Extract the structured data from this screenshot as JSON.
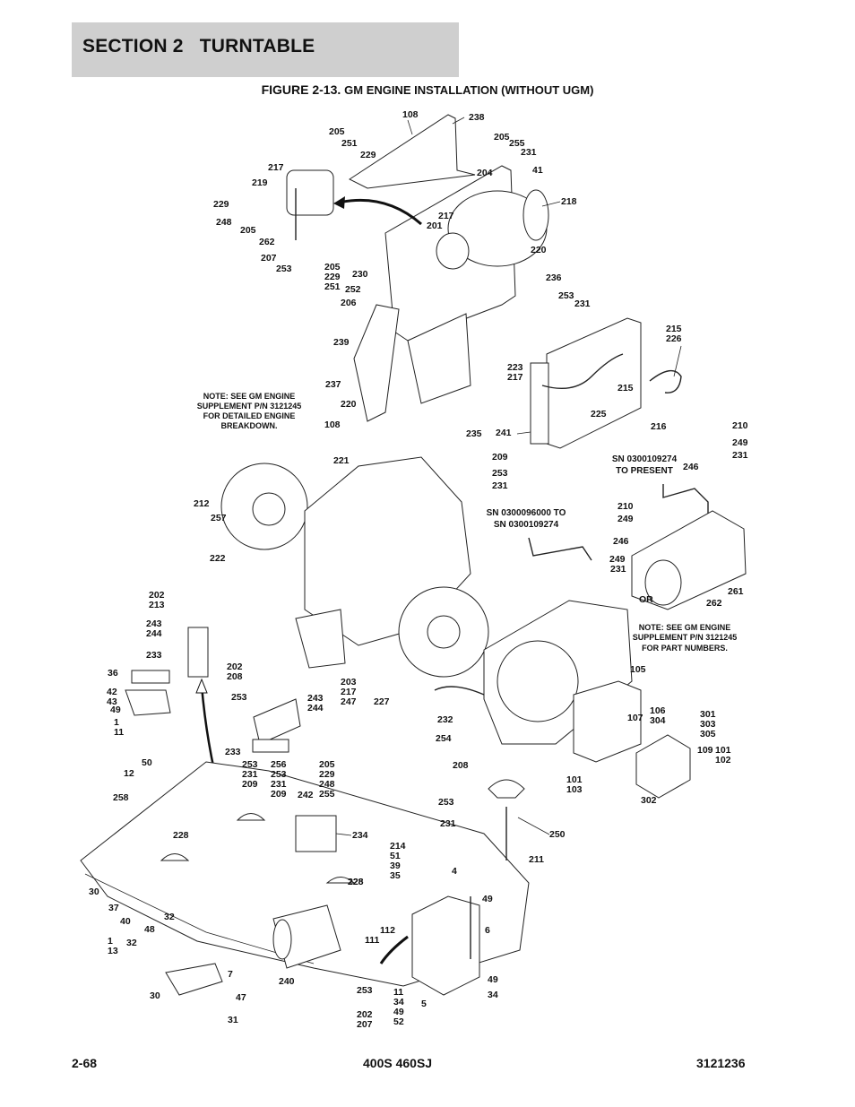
{
  "header": {
    "section": "SECTION 2   TURNTABLE",
    "figure_prefix": "FIGURE 2-13.",
    "figure_title": "GM ENGINE INSTALLATION (WITHOUT UGM)"
  },
  "notes": {
    "engine_breakdown": [
      "NOTE:  SEE GM ENGINE",
      "SUPPLEMENT P/N 3121245",
      "FOR DETAILED ENGINE",
      "BREAKDOWN."
    ],
    "part_numbers": [
      "NOTE:  SEE GM ENGINE",
      "SUPPLEMENT P/N 3121245",
      "FOR PART NUMBERS."
    ],
    "sn_present": [
      "SN 0300109274",
      "TO PRESENT"
    ],
    "sn_range": [
      "SN 0300096000 TO",
      "SN 0300109274"
    ],
    "or_label": "OR"
  },
  "callouts": [
    {
      "lines": [
        "108"
      ]
    },
    {
      "lines": [
        "238"
      ]
    },
    {
      "lines": [
        "205"
      ]
    },
    {
      "lines": [
        "251"
      ]
    },
    {
      "lines": [
        "229"
      ]
    },
    {
      "lines": [
        "205"
      ]
    },
    {
      "lines": [
        "255"
      ]
    },
    {
      "lines": [
        "231"
      ]
    },
    {
      "lines": [
        "41"
      ]
    },
    {
      "lines": [
        "204"
      ]
    },
    {
      "lines": [
        "217"
      ]
    },
    {
      "lines": [
        "219"
      ]
    },
    {
      "lines": [
        "229"
      ]
    },
    {
      "lines": [
        "248"
      ]
    },
    {
      "lines": [
        "205"
      ]
    },
    {
      "lines": [
        "262"
      ]
    },
    {
      "lines": [
        "207"
      ]
    },
    {
      "lines": [
        "253"
      ]
    },
    {
      "lines": [
        "218"
      ]
    },
    {
      "lines": [
        "217"
      ]
    },
    {
      "lines": [
        "201"
      ]
    },
    {
      "lines": [
        "220"
      ]
    },
    {
      "lines": [
        "205",
        "229",
        "251"
      ]
    },
    {
      "lines": [
        "230"
      ]
    },
    {
      "lines": [
        "252"
      ]
    },
    {
      "lines": [
        "236"
      ]
    },
    {
      "lines": [
        "206"
      ]
    },
    {
      "lines": [
        "253"
      ]
    },
    {
      "lines": [
        "231"
      ]
    },
    {
      "lines": [
        "239"
      ]
    },
    {
      "lines": [
        "215",
        "226"
      ]
    },
    {
      "lines": [
        "223",
        "217"
      ]
    },
    {
      "lines": [
        "237"
      ]
    },
    {
      "lines": [
        "215"
      ]
    },
    {
      "lines": [
        "220"
      ]
    },
    {
      "lines": [
        "225"
      ]
    },
    {
      "lines": [
        "108"
      ]
    },
    {
      "lines": [
        "216"
      ]
    },
    {
      "lines": [
        "235"
      ]
    },
    {
      "lines": [
        "241"
      ]
    },
    {
      "lines": [
        "210"
      ]
    },
    {
      "lines": [
        "249"
      ]
    },
    {
      "lines": [
        "231"
      ]
    },
    {
      "lines": [
        "221"
      ]
    },
    {
      "lines": [
        "209"
      ]
    },
    {
      "lines": [
        "253"
      ]
    },
    {
      "lines": [
        "231"
      ]
    },
    {
      "lines": [
        "246"
      ]
    },
    {
      "lines": [
        "212"
      ]
    },
    {
      "lines": [
        "257"
      ]
    },
    {
      "lines": [
        "210"
      ]
    },
    {
      "lines": [
        "249"
      ]
    },
    {
      "lines": [
        "246"
      ]
    },
    {
      "lines": [
        "249"
      ]
    },
    {
      "lines": [
        "231"
      ]
    },
    {
      "lines": [
        "222"
      ]
    },
    {
      "lines": [
        "262"
      ]
    },
    {
      "lines": [
        "261"
      ]
    },
    {
      "lines": [
        "202",
        "213"
      ]
    },
    {
      "lines": [
        "243",
        "244"
      ]
    },
    {
      "lines": [
        "233"
      ]
    },
    {
      "lines": [
        "202",
        "208"
      ]
    },
    {
      "lines": [
        "36"
      ]
    },
    {
      "lines": [
        "42",
        "43"
      ]
    },
    {
      "lines": [
        "253"
      ]
    },
    {
      "lines": [
        "203",
        "217",
        "247"
      ]
    },
    {
      "lines": [
        "227"
      ]
    },
    {
      "lines": [
        "243",
        "244"
      ]
    },
    {
      "lines": [
        "105"
      ]
    },
    {
      "lines": [
        "49"
      ]
    },
    {
      "lines": [
        "1",
        "11"
      ]
    },
    {
      "lines": [
        "232"
      ]
    },
    {
      "lines": [
        "107"
      ]
    },
    {
      "lines": [
        "106",
        "304"
      ]
    },
    {
      "lines": [
        "301",
        "303",
        "305"
      ]
    },
    {
      "lines": [
        "254"
      ]
    },
    {
      "lines": [
        "233"
      ]
    },
    {
      "lines": [
        "253",
        "231",
        "209"
      ]
    },
    {
      "lines": [
        "256",
        "253",
        "231",
        "209"
      ]
    },
    {
      "lines": [
        "205",
        "229",
        "248",
        "255"
      ]
    },
    {
      "lines": [
        "109"
      ]
    },
    {
      "lines": [
        "101",
        "102"
      ]
    },
    {
      "lines": [
        "50"
      ]
    },
    {
      "lines": [
        "12"
      ]
    },
    {
      "lines": [
        "208"
      ]
    },
    {
      "lines": [
        "242"
      ]
    },
    {
      "lines": [
        "101",
        "103"
      ]
    },
    {
      "lines": [
        "228"
      ]
    },
    {
      "lines": [
        "302"
      ]
    },
    {
      "lines": [
        "258"
      ]
    },
    {
      "lines": [
        "253"
      ]
    },
    {
      "lines": [
        "231"
      ]
    },
    {
      "lines": [
        "250"
      ]
    },
    {
      "lines": [
        "228"
      ]
    },
    {
      "lines": [
        "234"
      ]
    },
    {
      "lines": [
        "211"
      ]
    },
    {
      "lines": [
        "214",
        "51",
        "39",
        "35"
      ]
    },
    {
      "lines": [
        "4"
      ]
    },
    {
      "lines": [
        "228"
      ]
    },
    {
      "lines": [
        "49"
      ]
    },
    {
      "lines": [
        "30"
      ]
    },
    {
      "lines": [
        "37"
      ]
    },
    {
      "lines": [
        "40"
      ]
    },
    {
      "lines": [
        "6"
      ]
    },
    {
      "lines": [
        "32"
      ]
    },
    {
      "lines": [
        "48"
      ]
    },
    {
      "lines": [
        "112"
      ]
    },
    {
      "lines": [
        "1",
        "13"
      ]
    },
    {
      "lines": [
        "32"
      ]
    },
    {
      "lines": [
        "111"
      ]
    },
    {
      "lines": [
        "7"
      ]
    },
    {
      "lines": [
        "240"
      ]
    },
    {
      "lines": [
        "30"
      ]
    },
    {
      "lines": [
        "47"
      ]
    },
    {
      "lines": [
        "253"
      ]
    },
    {
      "lines": [
        "202",
        "207"
      ]
    },
    {
      "lines": [
        "5"
      ]
    },
    {
      "lines": [
        "11",
        "34",
        "49",
        "52"
      ]
    },
    {
      "lines": [
        "49"
      ]
    },
    {
      "lines": [
        "34"
      ]
    },
    {
      "lines": [
        "31"
      ]
    }
  ],
  "footer": {
    "page": "2-68",
    "model": "400S 460SJ",
    "doc_number": "3121236"
  }
}
